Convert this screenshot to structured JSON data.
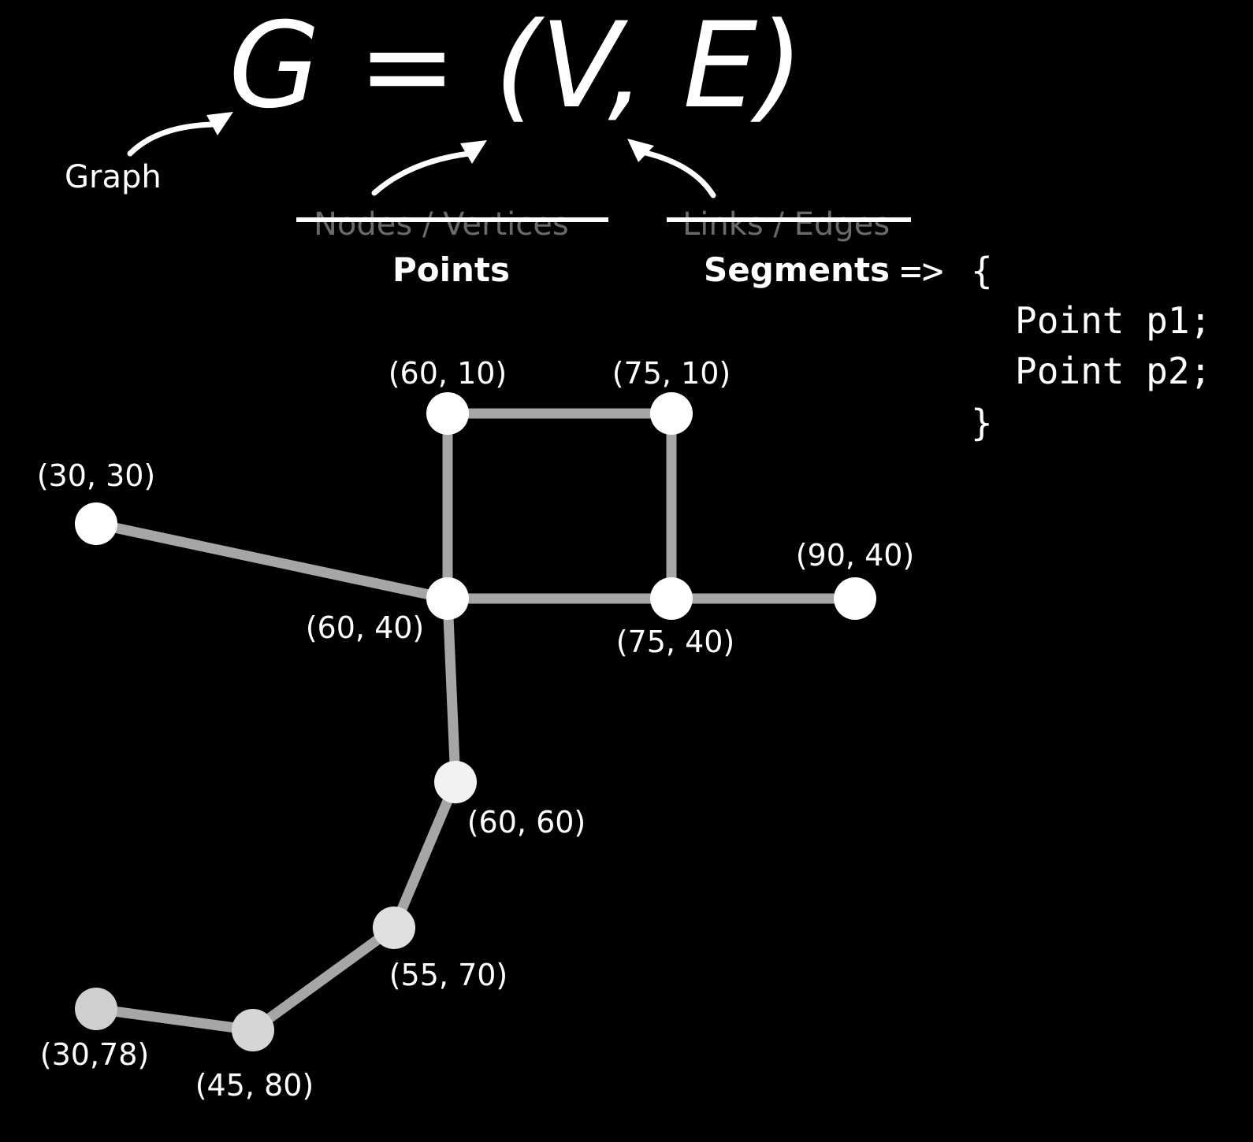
{
  "title": {
    "formula": "G = (V, E)"
  },
  "annotations": {
    "graph_label": "Graph",
    "nodes_struck": "Nodes / Vertices",
    "links_struck": "Links / Edges",
    "points": "Points",
    "segments": "Segments"
  },
  "code": {
    "arrow": "=>",
    "open_brace": "{",
    "line1": "Point p1;",
    "line2": "Point p2;",
    "close_brace": "}"
  },
  "graph": {
    "nodes": [
      {
        "id": "n60_10",
        "label": "(60, 10)",
        "color": "#ffffff"
      },
      {
        "id": "n75_10",
        "label": "(75, 10)",
        "color": "#ffffff"
      },
      {
        "id": "n30_30",
        "label": "(30, 30)",
        "color": "#ffffff"
      },
      {
        "id": "n60_40",
        "label": "(60, 40)",
        "color": "#ffffff"
      },
      {
        "id": "n75_40",
        "label": "(75, 40)",
        "color": "#ffffff"
      },
      {
        "id": "n90_40",
        "label": "(90, 40)",
        "color": "#ffffff"
      },
      {
        "id": "n60_60",
        "label": "(60, 60)",
        "color": "#f2f2f2"
      },
      {
        "id": "n55_70",
        "label": "(55, 70)",
        "color": "#e0e0e0"
      },
      {
        "id": "n45_80",
        "label": "(45, 80)",
        "color": "#d6d6d6"
      },
      {
        "id": "n30_78",
        "label": "(30,78)",
        "color": "#cfcfcf"
      }
    ],
    "edges": [
      [
        "n60_10",
        "n75_10"
      ],
      [
        "n60_10",
        "n60_40"
      ],
      [
        "n75_10",
        "n75_40"
      ],
      [
        "n30_30",
        "n60_40"
      ],
      [
        "n60_40",
        "n75_40"
      ],
      [
        "n75_40",
        "n90_40"
      ],
      [
        "n60_40",
        "n60_60"
      ],
      [
        "n60_60",
        "n55_70"
      ],
      [
        "n55_70",
        "n45_80"
      ],
      [
        "n45_80",
        "n30_78"
      ]
    ]
  }
}
